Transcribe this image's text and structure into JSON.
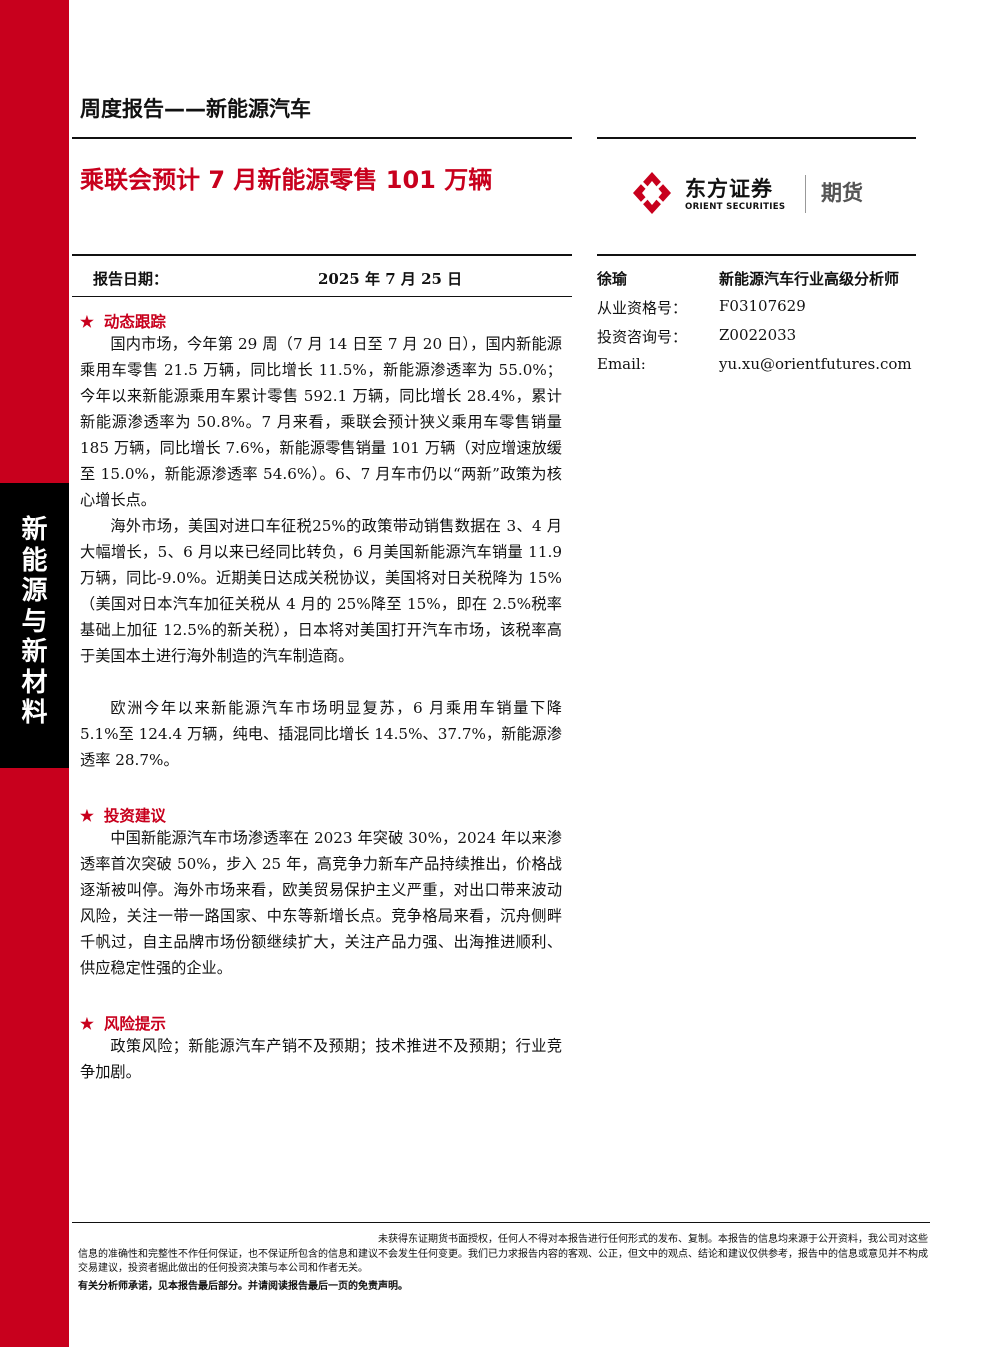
{
  "sidebar": {
    "category_chars": [
      "新",
      "能",
      "源",
      "与",
      "新",
      "材",
      "料"
    ]
  },
  "header": {
    "report_type": "周度报告——新能源汽车",
    "title": "乘联会预计 7 月新能源零售 101 万辆"
  },
  "logo": {
    "cn": "东方证券",
    "en": "ORIENT SECURITIES",
    "suffix": "期货"
  },
  "report_date": {
    "label": "报告日期：",
    "value": "2025 年 7 月 25 日"
  },
  "analyst": {
    "name": "徐瑜",
    "title": "新能源汽车行业高级分析师",
    "fields": [
      {
        "label": "从业资格号：",
        "value": "F03107629"
      },
      {
        "label": "投资咨询号：",
        "value": "Z0022033"
      },
      {
        "label": "Email:",
        "value": "yu.xu@orientfutures.com"
      }
    ]
  },
  "sections": {
    "tracking": {
      "heading": "动态跟踪",
      "paragraphs": [
        "国内市场，今年第 29 周（7 月 14 日至 7 月 20 日），国内新能源乘用车零售 21.5 万辆，同比增长 11.5%，新能源渗透率为 55.0%；今年以来新能源乘用车累计零售 592.1 万辆，同比增长 28.4%，累计新能源渗透率为 50.8%。7 月来看，乘联会预计狭义乘用车零售销量 185 万辆，同比增长 7.6%，新能源零售销量 101 万辆（对应增速放缓至 15.0%，新能源渗透率 54.6%）。6、7 月车市仍以“两新”政策为核心增长点。",
        "海外市场，美国对进口车征税25%的政策带动销售数据在 3、4 月大幅增长，5、6 月以来已经同比转负，6 月美国新能源汽车销量 11.9 万辆，同比-9.0%。近期美日达成关税协议，美国将对日关税降为 15%（美国对日本汽车加征关税从 4 月的 25%降至 15%，即在 2.5%税率基础上加征 12.5%的新关税），日本将对美国打开汽车市场，该税率高于美国本土进行海外制造的汽车制造商。",
        "欧洲今年以来新能源汽车市场明显复苏，6 月乘用车销量下降 5.1%至 124.4 万辆，纯电、插混同比增长 14.5%、37.7%，新能源渗透率 28.7%。"
      ]
    },
    "advice": {
      "heading": "投资建议",
      "paragraphs": [
        "中国新能源汽车市场渗透率在 2023 年突破 30%，2024 年以来渗透率首次突破 50%，步入 25 年，高竞争力新车产品持续推出，价格战逐渐被叫停。海外市场来看，欧美贸易保护主义严重，对出口带来波动风险，关注一带一路国家、中东等新增长点。竞争格局来看，沉舟侧畔千帆过，自主品牌市场份额继续扩大，关注产品力强、出海推进顺利、供应稳定性强的企业。"
      ]
    },
    "risk": {
      "heading": "风险提示",
      "paragraphs": [
        "政策风险；新能源汽车产销不及预期；技术推进不及预期；行业竞争加剧。"
      ]
    }
  },
  "footer": {
    "disclaimer": "未获得东证期货书面授权，任何人不得对本报告进行任何形式的发布、复制。本报告的信息均来源于公开资料，我公司对这些信息的准确性和完整性不作任何保证，也不保证所包含的信息和建议不会发生任何变更。我们已力求报告内容的客观、公正，但文中的观点、结论和建议仅供参考，报告中的信息或意见并不构成交易建议，投资者据此做出的任何投资决策与本公司和作者无关。",
    "statement": "有关分析师承诺，见本报告最后部分。并请阅读报告最后一页的免责声明。"
  },
  "colors": {
    "brand_red": "#c8001d",
    "sidebar_black": "#000000"
  }
}
